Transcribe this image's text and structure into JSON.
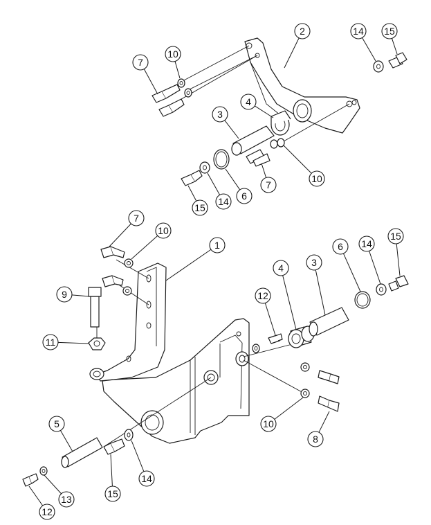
{
  "callouts": {
    "c_2_top": "2",
    "c_14_top": "14",
    "c_15_top": "15",
    "c_7_top": "7",
    "c_10_top": "10",
    "c_4_top": "4",
    "c_3_top": "3",
    "c_10_top_b": "10",
    "c_7_top_b": "7",
    "c_6_top": "6",
    "c_14_top_b": "14",
    "c_15_top_b": "15",
    "c_7_low": "7",
    "c_10_low": "10",
    "c_1_low": "1",
    "c_9_low": "9",
    "c_11_low": "11",
    "c_4_low": "4",
    "c_3_low": "3",
    "c_6_low": "6",
    "c_14_low": "14",
    "c_15_low": "15",
    "c_12_low": "12",
    "c_10_low_b": "10",
    "c_8_low": "8",
    "c_5_low": "5",
    "c_15_low_b": "15",
    "c_14_low_b": "14",
    "c_12_low_b": "12",
    "c_13_low": "13"
  }
}
